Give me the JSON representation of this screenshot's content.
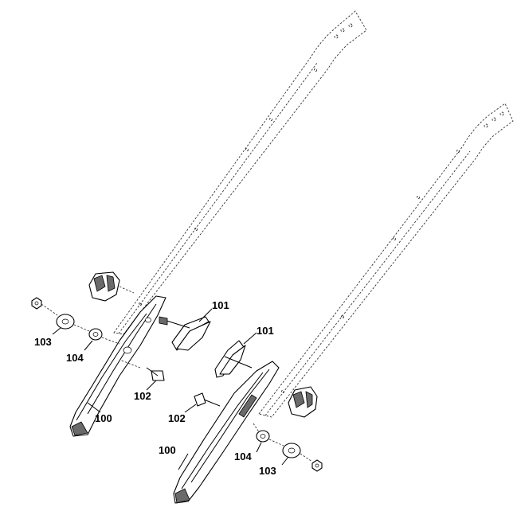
{
  "diagram": {
    "labels": [
      {
        "id": "101-upper",
        "text": "101"
      },
      {
        "id": "101-lower",
        "text": "101"
      },
      {
        "id": "103-left",
        "text": "103"
      },
      {
        "id": "104-left",
        "text": "104"
      },
      {
        "id": "102-left",
        "text": "102"
      },
      {
        "id": "100-left",
        "text": "100"
      },
      {
        "id": "102-right",
        "text": "102"
      },
      {
        "id": "100-right",
        "text": "100"
      },
      {
        "id": "104-right",
        "text": "104"
      },
      {
        "id": "103-right",
        "text": "103"
      }
    ]
  }
}
